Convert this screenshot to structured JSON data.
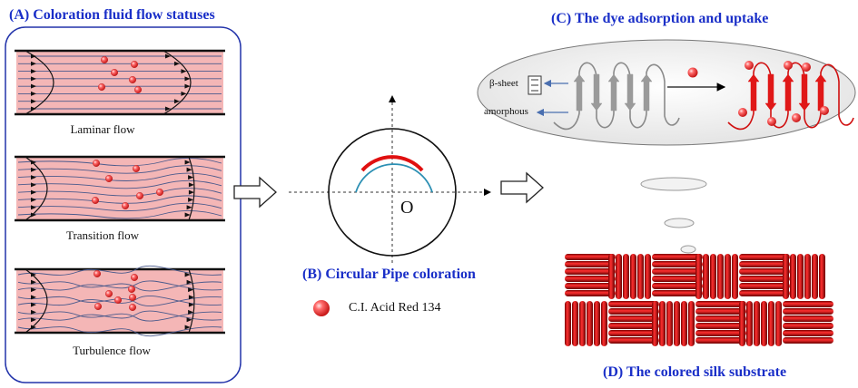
{
  "panel_a": {
    "title": "(A) Coloration fluid flow statuses",
    "flows": [
      "Laminar flow",
      "Transition flow",
      "Turbulence flow"
    ]
  },
  "panel_b": {
    "title": "(B) Circular Pipe coloration",
    "origin_label": "O",
    "legend_label": "C.I. Acid Red 134"
  },
  "panel_c": {
    "title": "(C) The dye adsorption and uptake",
    "beta_label": "β-sheet",
    "amorphous_label": "amorphous"
  },
  "panel_d": {
    "title": "(D) The colored silk substrate"
  },
  "colors": {
    "title": "#1a2fc8",
    "pipe_fill": "#f4b6b6",
    "dye": "#e33b3b",
    "arc": "#e01010",
    "fabric": "#d81a1a"
  }
}
